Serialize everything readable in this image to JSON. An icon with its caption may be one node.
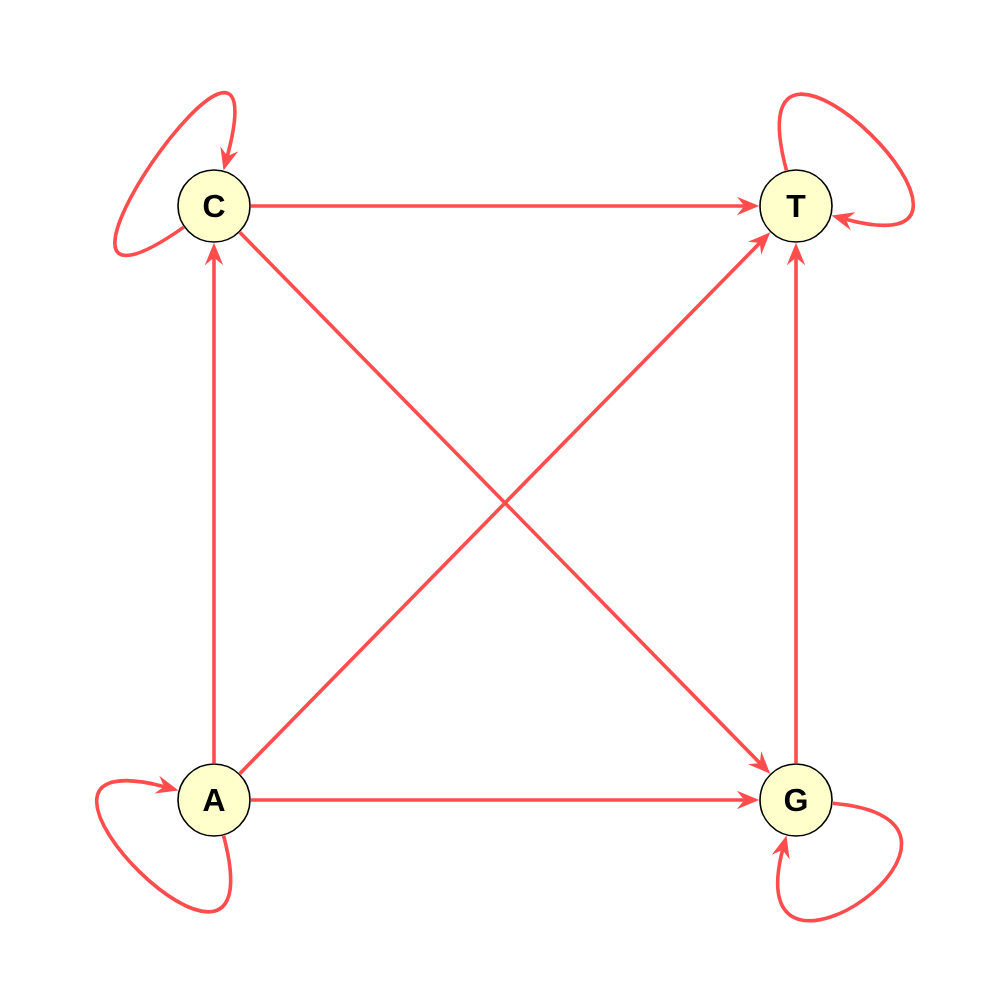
{
  "diagram": {
    "nodes": [
      {
        "text": [
          "C"
        ]
      },
      {
        "text": [
          "T"
        ]
      },
      {
        "text": [
          "A"
        ]
      },
      {
        "text": [
          "G"
        ]
      }
    ],
    "edges": [
      {
        "from": 0,
        "to": 0,
        "arrow": "to"
      },
      {
        "from": 1,
        "to": 1,
        "arrow": "to"
      },
      {
        "from": 2,
        "to": 2,
        "arrow": "to"
      },
      {
        "from": 3,
        "to": 3,
        "arrow": "to"
      },
      {
        "from": 0,
        "to": 1,
        "arrow": "to"
      },
      {
        "from": 0,
        "to": 3,
        "arrow": "to"
      },
      {
        "from": 2,
        "to": 0,
        "arrow": "to"
      },
      {
        "from": 2,
        "to": 1,
        "arrow": "to"
      },
      {
        "from": 2,
        "to": 3,
        "arrow": "to"
      },
      {
        "from": 3,
        "to": 1,
        "arrow": "to"
      }
    ]
  }
}
